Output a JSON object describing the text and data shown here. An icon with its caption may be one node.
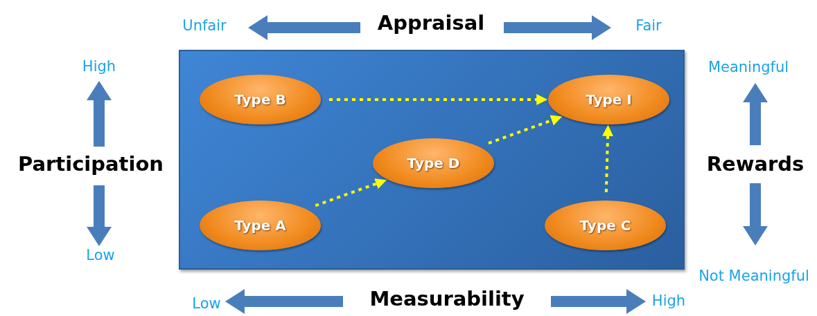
{
  "diagram": {
    "nodes": [
      {
        "text": [],
        "shape": "box"
      },
      {
        "text": [
          "Type B"
        ],
        "in": 0
      },
      {
        "text": [
          "Type I"
        ],
        "in": 0
      },
      {
        "text": [
          "Type D"
        ],
        "in": 0
      },
      {
        "text": [
          "Type A"
        ],
        "in": 0
      },
      {
        "text": [
          "Type C"
        ],
        "in": 0
      }
    ],
    "edges": [
      {
        "from": 1,
        "to": 2,
        "arrow": "to",
        "style": "dashed"
      },
      {
        "from": 4,
        "to": 3,
        "arrow": "to",
        "style": "dashed"
      },
      {
        "from": 3,
        "to": 2,
        "arrow": "to",
        "style": "dashed"
      },
      {
        "from": 5,
        "to": 2,
        "arrow": "to",
        "style": "dashed"
      }
    ],
    "labels": [
      "Unfair",
      "Appraisal",
      "Fair",
      "High",
      "Meaningful",
      "Participation",
      "Rewards",
      "Low",
      "Not Meaningful",
      "Low",
      "Measurability",
      "High"
    ]
  }
}
